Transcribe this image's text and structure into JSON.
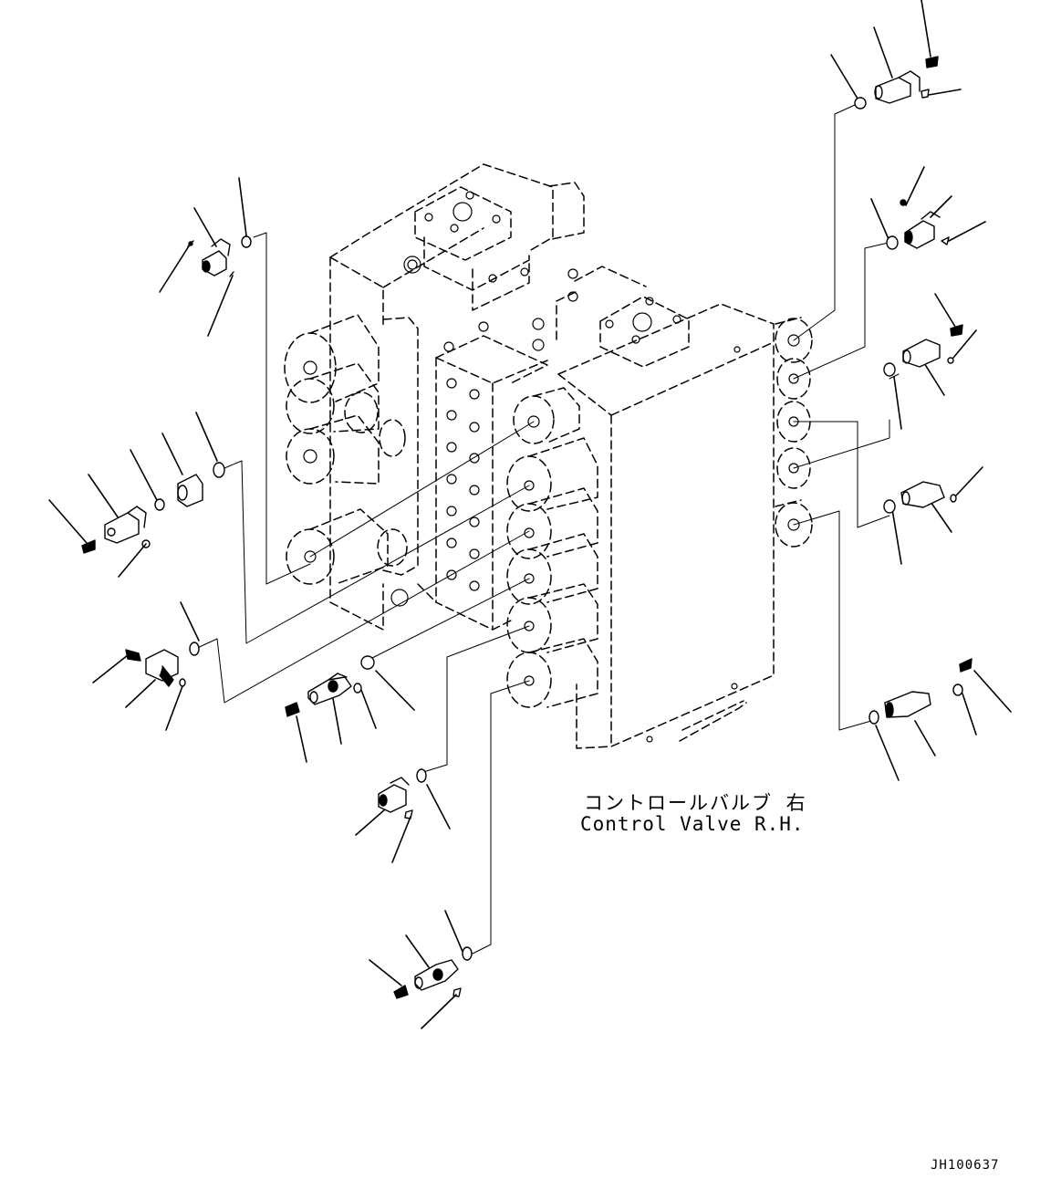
{
  "diagram": {
    "caption_jp": "コントロールバルブ 右",
    "caption_en": "Control Valve R.H.",
    "drawing_id": "JH100637",
    "line_color": "#000000",
    "background": "#ffffff"
  }
}
